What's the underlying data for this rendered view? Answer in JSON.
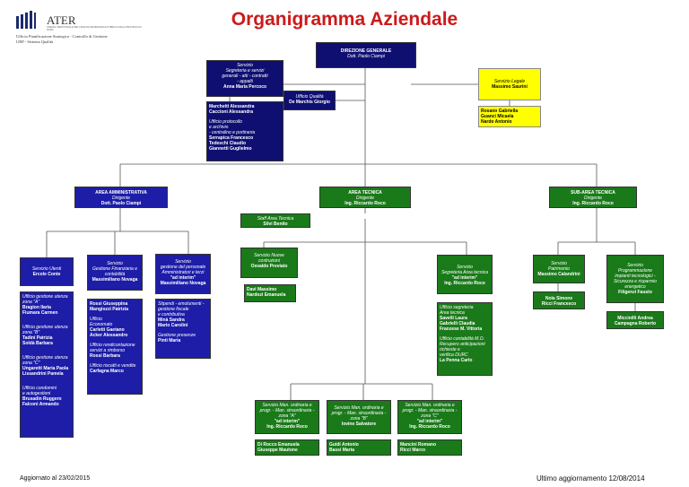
{
  "title": "Organigramma Aziendale",
  "logo": {
    "name": "ATER",
    "tagline": "AZIENDA TERRITORIALE PER L'EDILIZIA RESIDENZIALE PUBBLICA DELLA PROVINCIA DI ROMA",
    "sub1": "Ufficio Pianificazione Strategica - Controllo di Gestione",
    "sub2": "URP - Sistema Qualità"
  },
  "direzione": {
    "title": "DIREZIONE GENERALE",
    "name": "Dott. Paolo Ciampi"
  },
  "servizio_generali": {
    "l1": "Servizio",
    "l2": "Segreteria e servizi",
    "l3": "generali - atti - contratti",
    "l4": "- appalti",
    "head": "Anna Maria Percoco"
  },
  "gen_staff": {
    "p1": "Marchetti Alessandra",
    "p2": "Caccioni Alessandra",
    "u1": "Ufficio protocollo",
    "u2": "e archivio",
    "u3": "- centralino e portineria",
    "p3": "Serrapica Francesco",
    "p4": "Tedeschi Claudio",
    "p5": "Giannetti Guglielmo"
  },
  "qualita": {
    "l1": "Ufficio Qualità",
    "head": "De Marchis Giorgio"
  },
  "legale": {
    "l1": "Servizio Legale",
    "head": "Massimo Saurini"
  },
  "legale_staff": {
    "p1": "Rosano Gabriella",
    "p2": "Guanci Micaela",
    "p3": "Nardo Antonio"
  },
  "area_amm": {
    "title": "AREA AMMINISTRATIVA",
    "role": "Dirigente",
    "name": "Dott. Paolo Ciampi"
  },
  "area_tec": {
    "title": "AREA TECNICA",
    "role": "Dirigente",
    "name": "Ing. Riccardo Roco"
  },
  "sub_area": {
    "title": "SUB-AREA TECNICA",
    "role": "Dirigente",
    "name": "Ing. Riccardo Roco"
  },
  "staff_tec": {
    "l1": "Staff Area Tecnica",
    "head": "Silvi Benito"
  },
  "utenti": {
    "l1": "Servizio Utenti",
    "head": "Ercole Conte"
  },
  "utenti_staff": {
    "g1": "Ufficio gestione utenza",
    "g1b": "zona \"A\"",
    "a1": "Bragion Ilaria",
    "a2": "Fiumara Carmen",
    "g2": "Ufficio gestione utenza",
    "g2b": "zona \"B\"",
    "b1": "Tadini Patrizia",
    "b2": "Soldà Barbara",
    "g3": "Ufficio gestione utenza",
    "g3b": "zona \"C\"",
    "c1": "Ungaretti Maria Paola",
    "c2": "Lissandrini Pamela",
    "g4": "Ufficio condomini",
    "g4b": "e autogestioni",
    "d1": "Brusadin Ruggero",
    "d2": "Falconi Armando"
  },
  "finanziaria": {
    "l1": "Servizio",
    "l2": "Gestione Finanziaria e",
    "l3": "contabilità",
    "head": "Massimiliano Novaga"
  },
  "fin_staff": {
    "p1": "Rossi Giuseppina",
    "p2": "Mangiozzi Patrizia",
    "u1": "Ufficio",
    "u2": "Economato",
    "p3": "Carletti Gaetano",
    "p4": "Acker Alessandro",
    "u3": "Ufficio rendicontazione",
    "u4": "servizi a rimborso",
    "p5": "Rossi Barbara",
    "u5": "Ufficio riscatti e vendite",
    "p6": "Carfagna Marco"
  },
  "personale": {
    "l1": "Servizio",
    "l2": "gestione del personale",
    "l3": "Amministratori e terzi",
    "l4": "\"ad interim\"",
    "head": "Massimiliano Novaga"
  },
  "pers_staff": {
    "u1": "Stipendi - emolumenti -",
    "u2": "gestione fiscale",
    "u3": "e contributiva",
    "p1": "Minà Sandra",
    "p2": "Mario Carolini",
    "u4": "Gestione presenze",
    "p3": "Pinti Maria"
  },
  "nuove": {
    "l1": "Servizio Nuove",
    "l2": "costruzioni",
    "head": "Osvaldo Previato"
  },
  "nuove_staff": {
    "p1": "Davi Massimo",
    "p2": "Nardozi Emanuela"
  },
  "segr_tec": {
    "l1": "Servizio",
    "l2": "Segreteria Area tecnica",
    "l3": "\"ad interim\"",
    "head": "Ing. Riccardo Roco"
  },
  "segr_staff": {
    "u1": "Ufficio segreteria",
    "u2": "Area tecnica",
    "p1": "Savelli Laura",
    "p2": "Gabrielli Claudia",
    "p3": "Franzese M. Vittoria",
    "u3": "Ufficio contabilità M.O.",
    "u4": "Recupero anticipazioni",
    "u5": "richieste e",
    "u6": "verifica DURC",
    "p4": "La Penna Carlo"
  },
  "man_a": {
    "l1": "Servizio Man. ordinaria e",
    "l2": "progr. - Man. straordinaria -",
    "l3": "zona \"A\"",
    "l4": "\"ad interim\"",
    "head": "Ing. Riccardo Roco"
  },
  "man_a_staff": {
    "p1": "Di Rocco Emanuela",
    "p2": "Giuseppe Mautone"
  },
  "man_b": {
    "l1": "Servizio Man. ordinaria e",
    "l2": "progr. - Man. straordinaria -",
    "l3": "zona \"B\"",
    "head": "Iovine Salvatore"
  },
  "man_b_staff": {
    "p1": "Guidi Antonio",
    "p2": "Bassi Marta"
  },
  "man_c": {
    "l1": "Servizio Man. ordinaria e",
    "l2": "progr. - Man. straordinaria -",
    "l3": "zona \"C\"",
    "l4": "\"ad interim\"",
    "head": "Ing. Riccardo Roco"
  },
  "man_c_staff": {
    "p1": "Mancini Romano",
    "p2": "Ricci Marco"
  },
  "patrimonio": {
    "l1": "Servizio",
    "l2": "Patrimonio",
    "head": "Massimo Calandrini"
  },
  "patr_staff": {
    "p1": "Nola Simone",
    "p2": "Ricci Francesco"
  },
  "programmazione": {
    "l1": "Servizio",
    "l2": "Programmazione",
    "l3": "impianti tecnologici -",
    "l4": "Sicurezza e risparmio",
    "l5": "energetico",
    "head": "Filigenzi Fausto"
  },
  "prog_staff": {
    "p1": "Miccinilli Andrea",
    "p2": "Campagna Roberto"
  },
  "footer": {
    "left": "Aggiornato al 23/02/2015",
    "right": "Ultimo aggiornamento 12/08/2014"
  }
}
